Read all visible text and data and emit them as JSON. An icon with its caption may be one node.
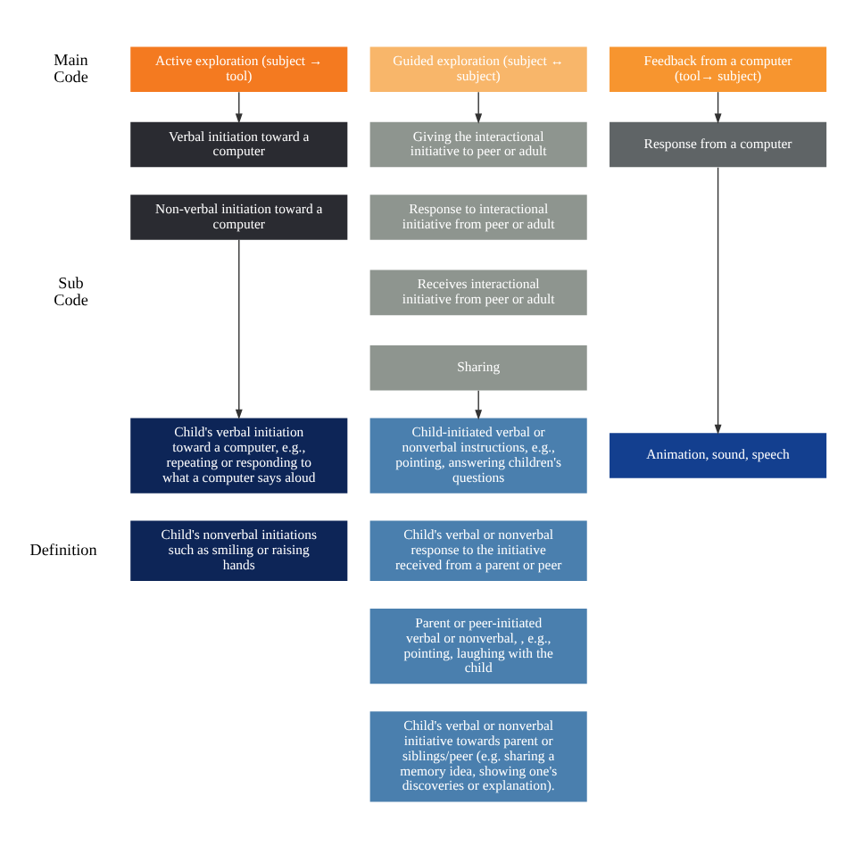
{
  "diagram": {
    "nodes": [
      {
        "text": [
          "Active exploration (subject → tool)"
        ]
      },
      {
        "text": [
          "Feedback from a computer (tool→ subject)"
        ]
      },
      {
        "text": [
          "Guided exploration (subject ↔ subject)"
        ]
      },
      {
        "text": [
          "Verbal initiation toward a computer"
        ]
      },
      {
        "text": [
          "Non-verbal initiation toward a computer"
        ]
      },
      {
        "text": [
          "Response from a computer"
        ]
      },
      {
        "text": [
          "Giving the interactional initiative to peer or adult"
        ]
      },
      {
        "text": [
          "Response to interactional initiative from peer or adult"
        ]
      },
      {
        "text": [
          "Receives interactional initiative from peer or adult"
        ]
      },
      {
        "text": [
          "Sharing"
        ]
      },
      {
        "text": [
          "Child's verbal initiation toward a computer, e.g., repeating or responding to what a computer says aloud"
        ]
      },
      {
        "text": [
          "Child's nonverbal initiations such as smiling or raising hands"
        ]
      },
      {
        "text": [
          "Animation, sound, speech"
        ]
      },
      {
        "text": [
          "Child-initiated verbal or nonverbal instructions, e.g., pointing, answering children's questions"
        ]
      },
      {
        "text": [
          "Child's verbal or nonverbal response to the initiative received from a parent or peer"
        ]
      },
      {
        "text": [
          "Parent or peer-initiated verbal or nonverbal, , e.g., pointing, laughing with the child"
        ]
      },
      {
        "text": [
          "Child's verbal or nonverbal initiative towards parent or siblings/peer (e.g. sharing a memory idea, showing one's discoveries or explanation)."
        ]
      }
    ],
    "edges": [
      {
        "from": 0,
        "to": 3,
        "arrow": "to"
      },
      {
        "from": 1,
        "to": 5,
        "arrow": "to"
      },
      {
        "from": 2,
        "to": 6,
        "arrow": "to"
      },
      {
        "from": 4,
        "to": 10,
        "arrow": "to"
      },
      {
        "from": 5,
        "to": 12,
        "arrow": "to"
      },
      {
        "from": 9,
        "to": 13,
        "arrow": "to"
      }
    ],
    "labels": [
      "Main Code",
      "Sub Code",
      "Definition"
    ]
  }
}
